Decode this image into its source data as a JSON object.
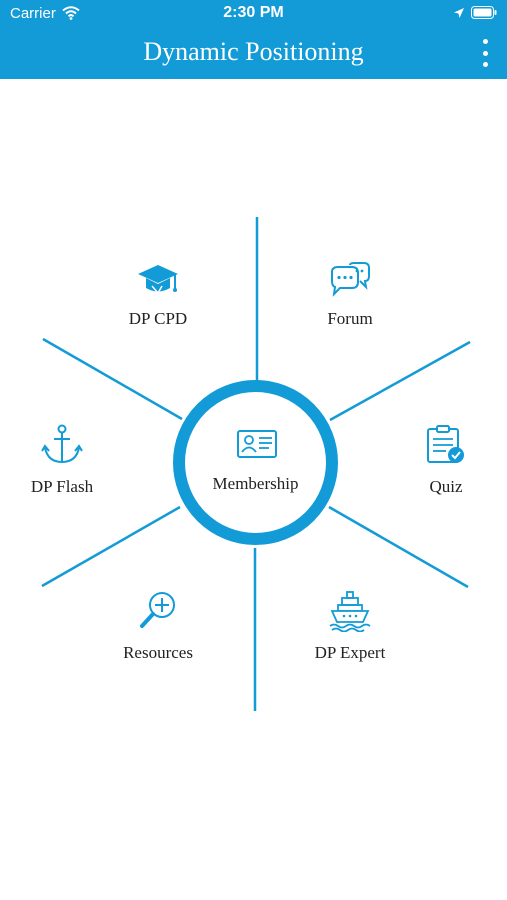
{
  "status_bar": {
    "carrier": "Carrier",
    "time": "2:30 PM"
  },
  "app_bar": {
    "title": "Dynamic Positioning",
    "menu_icon": "more-vertical-icon"
  },
  "colors": {
    "primary": "#129bd6",
    "text": "#222222",
    "background": "#ffffff"
  },
  "hub": {
    "label": "Membership",
    "icon": "id-card-icon"
  },
  "menu": {
    "dp_cpd": {
      "label": "DP CPD",
      "icon": "graduation-cap-icon"
    },
    "forum": {
      "label": "Forum",
      "icon": "chat-bubbles-icon"
    },
    "dp_flash": {
      "label": "DP Flash",
      "icon": "anchor-icon"
    },
    "quiz": {
      "label": "Quiz",
      "icon": "clipboard-check-icon"
    },
    "resources": {
      "label": "Resources",
      "icon": "magnifier-plus-icon"
    },
    "dp_expert": {
      "label": "DP Expert",
      "icon": "ship-icon"
    }
  }
}
